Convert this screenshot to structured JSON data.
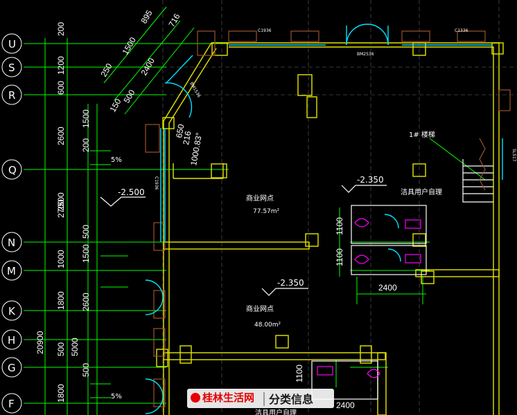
{
  "axes": [
    "U",
    "S",
    "R",
    "Q",
    "N",
    "M",
    "K",
    "H",
    "G",
    "F"
  ],
  "left_dims_outer": [
    "200",
    "1200",
    "600",
    "2600",
    "2700",
    "2500",
    "1000",
    "1800",
    "500",
    "1800"
  ],
  "left_dims_inner": [
    "1500",
    "200",
    "500",
    "1500",
    "2600",
    "5000",
    "500"
  ],
  "total_dim": "20900",
  "top_dims": [
    "895",
    "1500",
    "2400",
    "250",
    "150",
    "500",
    "716",
    "650"
  ],
  "dim_1100": "1100",
  "dim_2400": "2400",
  "rooms": {
    "r1_name": "商业网点",
    "r1_area": "77.57m²",
    "r2_name": "商业网点",
    "r2_area": "48.00m²",
    "r3_name": "洁具用户自理",
    "r4_name": "洁具用户自理",
    "stair": "1# 楼梯"
  },
  "levels": [
    "-2.350",
    "-2.500",
    "-2.350"
  ],
  "slopes": [
    "5%",
    "5%"
  ],
  "windows": [
    "C1936",
    "C1336",
    "BM2536",
    "C1936",
    "BM1536",
    "SL517"
  ],
  "arc_label": "1000.83°",
  "arc_label2": "216",
  "watermark": {
    "site": "桂林生活网",
    "section": "分类信息"
  }
}
